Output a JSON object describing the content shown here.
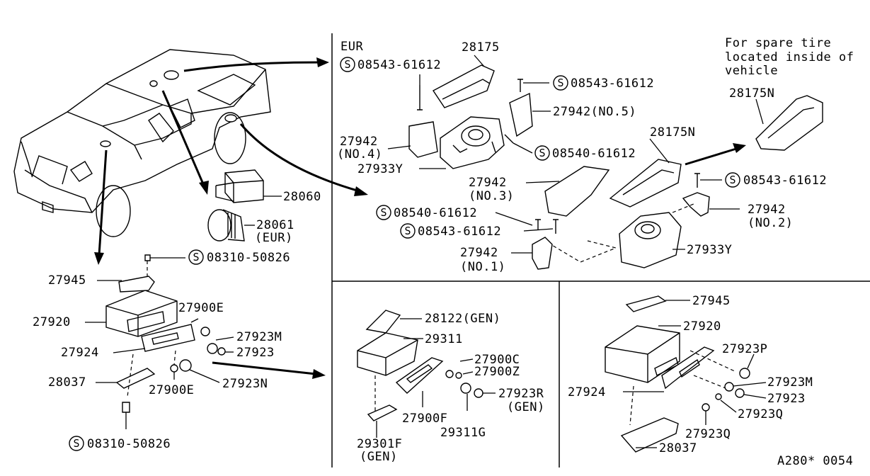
{
  "sections": {
    "eur": "EUR",
    "spare_note": [
      "For spare tire",
      "located inside of",
      "vehicle"
    ],
    "figure_code": "A280* 0054"
  },
  "symbol_letter": "S",
  "labels": {
    "p28175": "28175",
    "p28175n_top": "28175N",
    "p28175n": "28175N",
    "s08543_a": "08543-61612",
    "s08543_b": "08543-61612",
    "s08543_c": "08543-61612",
    "s08543_d": "08543-61612",
    "s08540_a": "08540-61612",
    "s08540_b": "08540-61612",
    "p27942_no5": "27942(NO.5)",
    "p27942_no4": "27942",
    "no4": "(NO.4)",
    "p27933y_a": "27933Y",
    "p27933y_b": "27933Y",
    "p27942_no3": "27942",
    "no3": "(NO.3)",
    "p27942_no2": "27942",
    "no2": "(NO.2)",
    "p27942_no1": "27942",
    "no1": "(NO.1)",
    "p28060": "28060",
    "p28061": "28061",
    "eur_paren": "(EUR)",
    "s08310_top": "08310-50826",
    "s08310_bot": "08310-50826",
    "p27945_l": "27945",
    "p27920_l": "27920",
    "p27900e_a": "27900E",
    "p27923m_l": "27923M",
    "p27923_l": "27923",
    "p27924_l": "27924",
    "p28037_l": "28037",
    "p27900e_b": "27900E",
    "p27923n": "27923N",
    "p28122": "28122(GEN)",
    "p29311": "29311",
    "p27900c": "27900C",
    "p27900z": "27900Z",
    "p27923r": "27923R",
    "gen_r": "(GEN)",
    "p27900f": "27900F",
    "p29311g": "29311G",
    "p29301f": "29301F",
    "gen_f": "(GEN)",
    "p27945_r": "27945",
    "p27920_r": "27920",
    "p27923p": "27923P",
    "p27923m_r": "27923M",
    "p27923_r": "27923",
    "p27924_r": "27924",
    "p27923q_a": "27923Q",
    "p27923q_b": "27923Q",
    "p28037_r": "28037"
  }
}
